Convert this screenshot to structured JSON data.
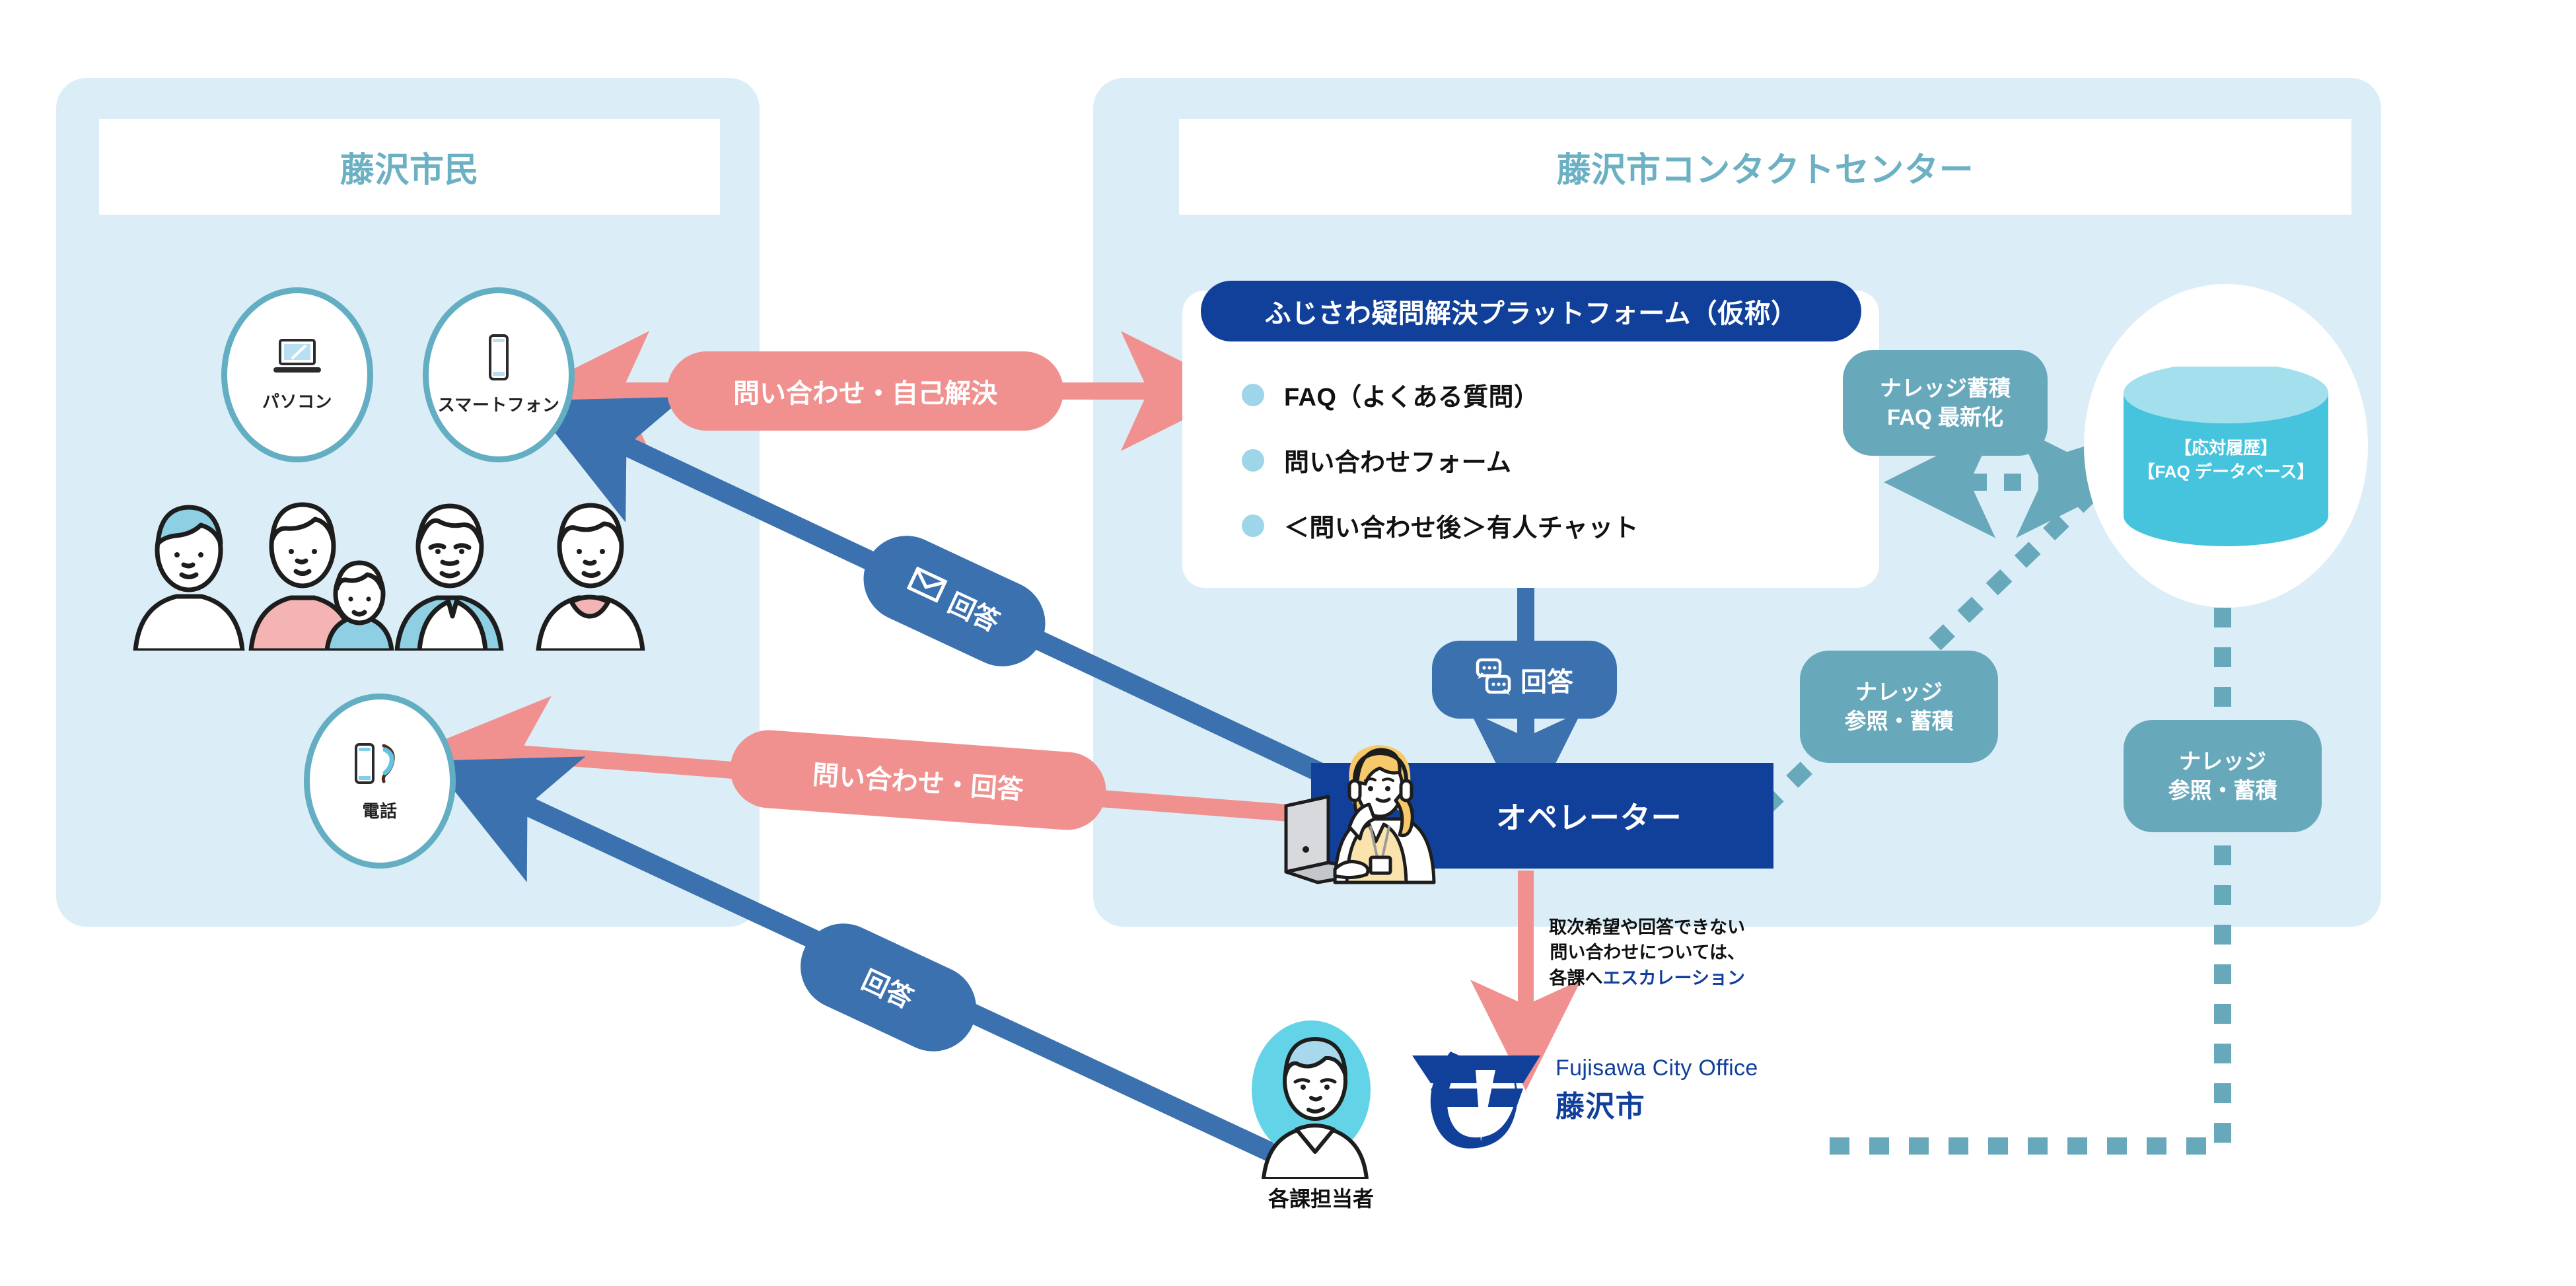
{
  "panels": {
    "citizens": {
      "title": "藤沢市民"
    },
    "contact_center": {
      "title": "藤沢市コンタクトセンター"
    }
  },
  "devices": [
    {
      "label": "パソコン",
      "icon": "laptop-icon"
    },
    {
      "label": "スマートフォン",
      "icon": "smartphone-icon"
    },
    {
      "label": "電話",
      "icon": "phone-call-icon"
    }
  ],
  "platform": {
    "badge": "ふじさわ疑問解決プラットフォーム（仮称）",
    "items": [
      "FAQ（よくある質問）",
      "問い合わせフォーム",
      "＜問い合わせ後＞有人チャット"
    ]
  },
  "flows": {
    "inquiry_self_solve": "問い合わせ・自己解決",
    "answer_mail": "回答",
    "answer_mail_icon": "mail-icon",
    "inquiry_answer_phone": "問い合わせ・回答",
    "answer_phone": "回答",
    "answer_chat": "回答",
    "answer_chat_icon": "chat-bubbles-icon"
  },
  "knowledge": {
    "accumulate_faq": "ナレッジ蓄積\nFAQ 最新化",
    "accumulate_faq_line1": "ナレッジ蓄積",
    "accumulate_faq_line2": "FAQ 最新化",
    "reference_line1": "ナレッジ",
    "reference_line2": "参照・蓄積"
  },
  "database": {
    "line1": "【応対履歴】",
    "line2": "【FAQ データベース】"
  },
  "operator": {
    "label": "オペレーター"
  },
  "escalation": {
    "line1": "取次希望や回答できない",
    "line2": "問い合わせについては、",
    "line3_prefix": "各課へ",
    "line3_highlight": "エスカレーション"
  },
  "city_office": {
    "logo_en": "Fujisawa City Office",
    "logo_jp": "藤沢市",
    "staff_label": "各課担当者"
  },
  "colors": {
    "panel_bg": "#dbeef7",
    "navy": "#11409b",
    "blue": "#3a71ae",
    "rose": "#f0918f",
    "teal": "#68a8bb",
    "title_teal": "#6cb0c4",
    "db_cyan": "#47c4dd",
    "dot_blue": "#9ed5e8"
  }
}
